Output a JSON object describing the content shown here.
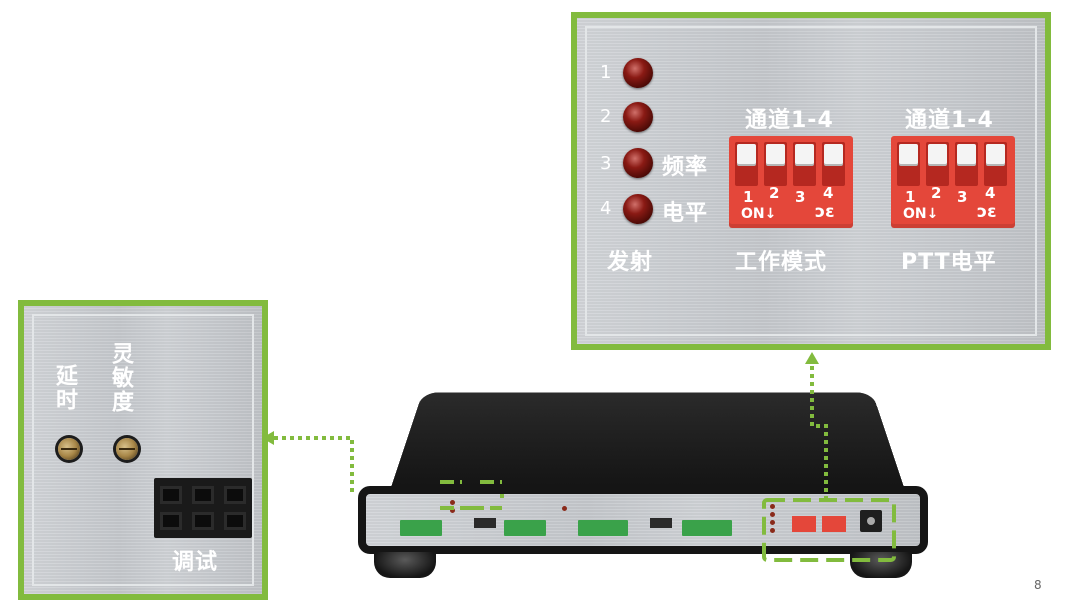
{
  "right_inset": {
    "led_numbers": [
      "1",
      "2",
      "3",
      "4"
    ],
    "freq_label": "频率",
    "level_label": "电平",
    "tx_label": "发射",
    "dip1_title": "通道1-4",
    "dip2_title": "通道1-4",
    "dip_numbers": [
      "1",
      "2",
      "3",
      "4"
    ],
    "dip_on": "ON↓",
    "dip_symbol": "ɔ⁠ɛ",
    "work_mode_label": "工作模式",
    "ptt_label": "PTT电平"
  },
  "left_inset": {
    "delay_label": "延时",
    "sensitivity_label": "灵敏度",
    "debug_label": "调试"
  },
  "page_number": "8",
  "colors": {
    "accent_green": "#82bb3e",
    "dip_red": "#e4473a",
    "led_red": "#8a1a14"
  }
}
